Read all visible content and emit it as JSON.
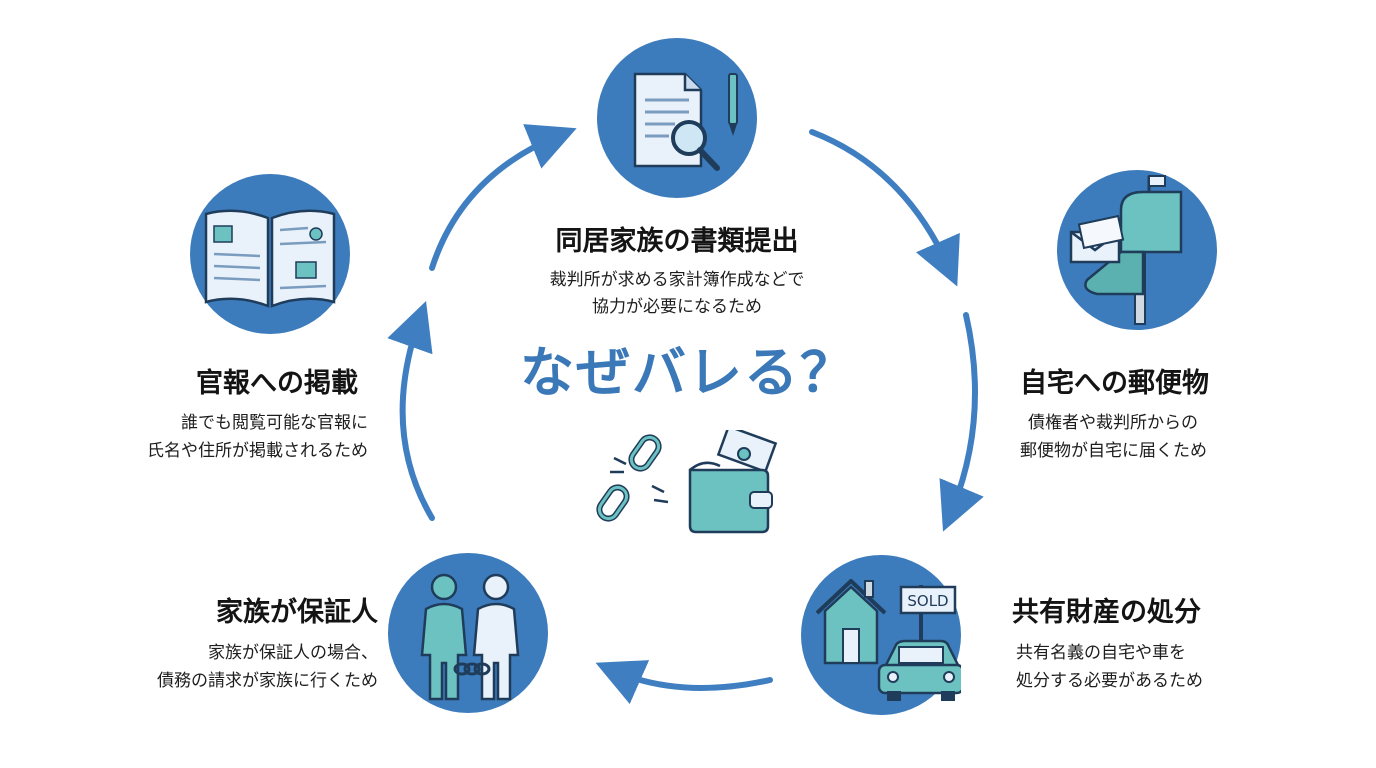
{
  "center": {
    "question": "なぜバレる？"
  },
  "nodes": {
    "documents": {
      "title": "同居家族の書類提出",
      "desc1": "裁判所が求める家計簿作成などで",
      "desc2": "協力が必要になるため"
    },
    "mail": {
      "title": "自宅への郵便物",
      "desc1": "債権者や裁判所からの",
      "desc2": "郵便物が自宅に届くため"
    },
    "property": {
      "title": "共有財産の処分",
      "desc1": "共有名義の自宅や車を",
      "desc2": "処分する必要があるため",
      "sign": "SOLD"
    },
    "guarantor": {
      "title": "家族が保証人",
      "desc1": "家族が保証人の場合、",
      "desc2": "債務の請求が家族に行くため"
    },
    "gazette": {
      "title": "官報への掲載",
      "desc1": "誰でも閲覧可能な官報に",
      "desc2": "氏名や住所が掲載されるため"
    }
  },
  "colors": {
    "circle": "#3d7cbc",
    "arrow": "#3f7fc1",
    "accent": "#6cc2c0",
    "question": "#3b78b8"
  },
  "icons": [
    "document-magnifier-icon",
    "pen-icon",
    "mailbox-icon",
    "envelope-icon",
    "house-icon",
    "car-icon",
    "sold-sign-icon",
    "two-people-icon",
    "chain-icon",
    "open-book-icon",
    "broken-chain-icon",
    "wallet-icon"
  ]
}
